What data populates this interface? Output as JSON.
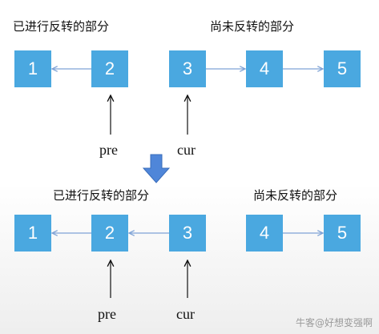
{
  "top": {
    "reversed_label": "已进行反转的部分",
    "unreversed_label": "尚未反转的部分",
    "nodes": [
      "1",
      "2",
      "3",
      "4",
      "5"
    ],
    "pre_label": "pre",
    "cur_label": "cur"
  },
  "bottom": {
    "reversed_label": "已进行反转的部分",
    "unreversed_label": "尚未反转的部分",
    "nodes": [
      "1",
      "2",
      "3",
      "4",
      "5"
    ],
    "pre_label": "pre",
    "cur_label": "cur"
  },
  "transition_arrow_color": "#4f86d9",
  "node_color": "#4aa8e0",
  "link_color": "#7fa3d6",
  "watermark": "牛客@好想变强啊"
}
